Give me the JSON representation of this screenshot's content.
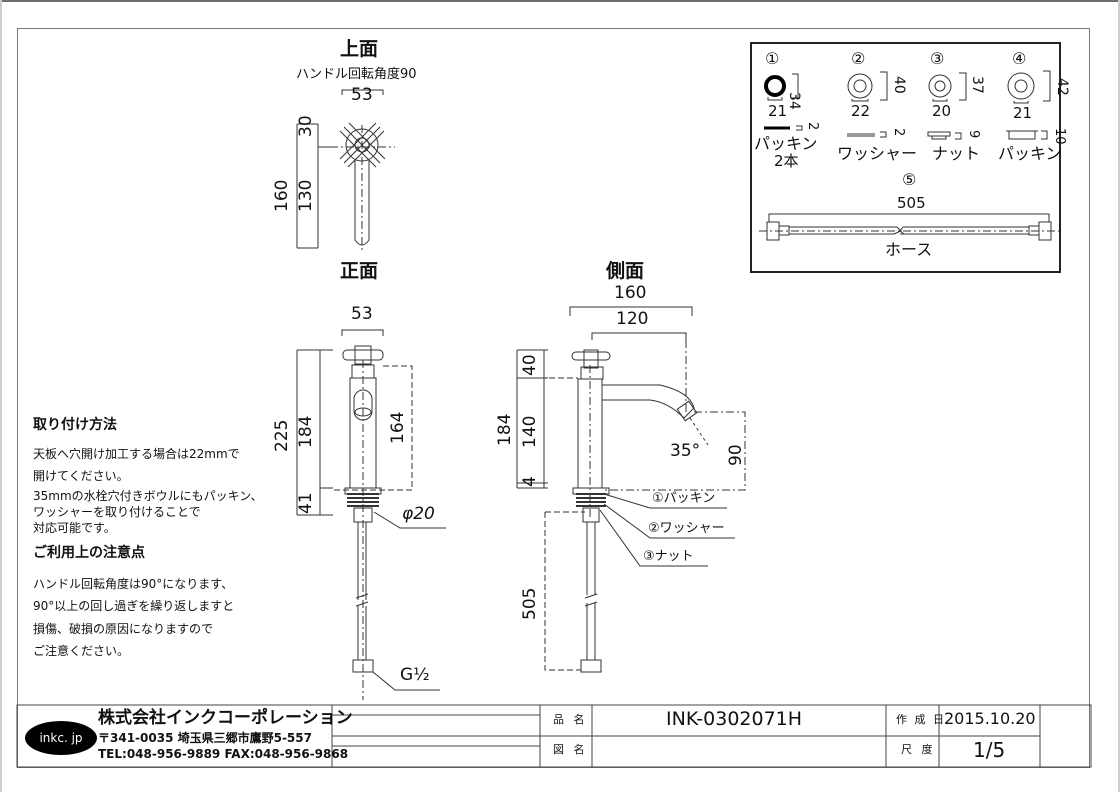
{
  "views": {
    "top": {
      "title": "上面",
      "subtitle": "ハンドル回転角度90",
      "dims": {
        "width": "53",
        "total": "160",
        "handle": "30",
        "spout": "130"
      }
    },
    "front": {
      "title": "正面",
      "dims": {
        "width": "53",
        "total": "225",
        "body": "184",
        "below": "41",
        "spout_height": "164",
        "shank": "φ20",
        "thread": "G½"
      }
    },
    "side": {
      "title": "側面",
      "dims": {
        "reach_total": "160",
        "reach": "120",
        "handle": "40",
        "body": "184",
        "mid": "140",
        "base": "4",
        "outlet_height": "90",
        "angle": "35°",
        "hose": "505"
      },
      "callouts": [
        "①パッキン",
        "②ワッシャー",
        "③ナット"
      ]
    }
  },
  "parts": {
    "items": [
      {
        "num": "①",
        "outer": "34",
        "inner": "21",
        "thick": "2",
        "name": "パッキン",
        "qty": "2本"
      },
      {
        "num": "②",
        "outer": "40",
        "inner": "22",
        "thick": "2",
        "name": "ワッシャー"
      },
      {
        "num": "③",
        "outer": "37",
        "inner": "20",
        "thick": "9",
        "name": "ナット"
      },
      {
        "num": "④",
        "outer": "42",
        "inner": "21",
        "thick": "10",
        "name": "パッキン"
      }
    ],
    "hose": {
      "num": "⑤",
      "length": "505",
      "name": "ホース"
    }
  },
  "notes": {
    "install_title": "取り付け方法",
    "install_lines": [
      "天板へ穴開け加工する場合は22mmで",
      "開けてください。",
      "35mmの水栓穴付きボウルにもパッキン、",
      "ワッシャーを取り付けることで",
      "対応可能です。"
    ],
    "caution_title": "ご利用上の注意点",
    "caution_lines": [
      "ハンドル回転角度は90°になります、",
      "90°以上の回し過ぎを繰り返しますと",
      "損傷、破損の原因になりますので",
      "ご注意ください。"
    ]
  },
  "title_block": {
    "logo": "inkc. jp",
    "company": "株式会社インクコーポレーション",
    "address": "〒341-0035 埼玉県三郷市鷹野5-557",
    "contact": "TEL:048-956-9889  FAX:048-956-9868",
    "product_label": "品 名",
    "product_value": "INK-0302071H",
    "drawing_label": "図 名",
    "drawing_value": "",
    "date_label": "作 成 日",
    "date_value": "2015.10.20",
    "scale_label": "尺 度",
    "scale_value": "1/5"
  }
}
